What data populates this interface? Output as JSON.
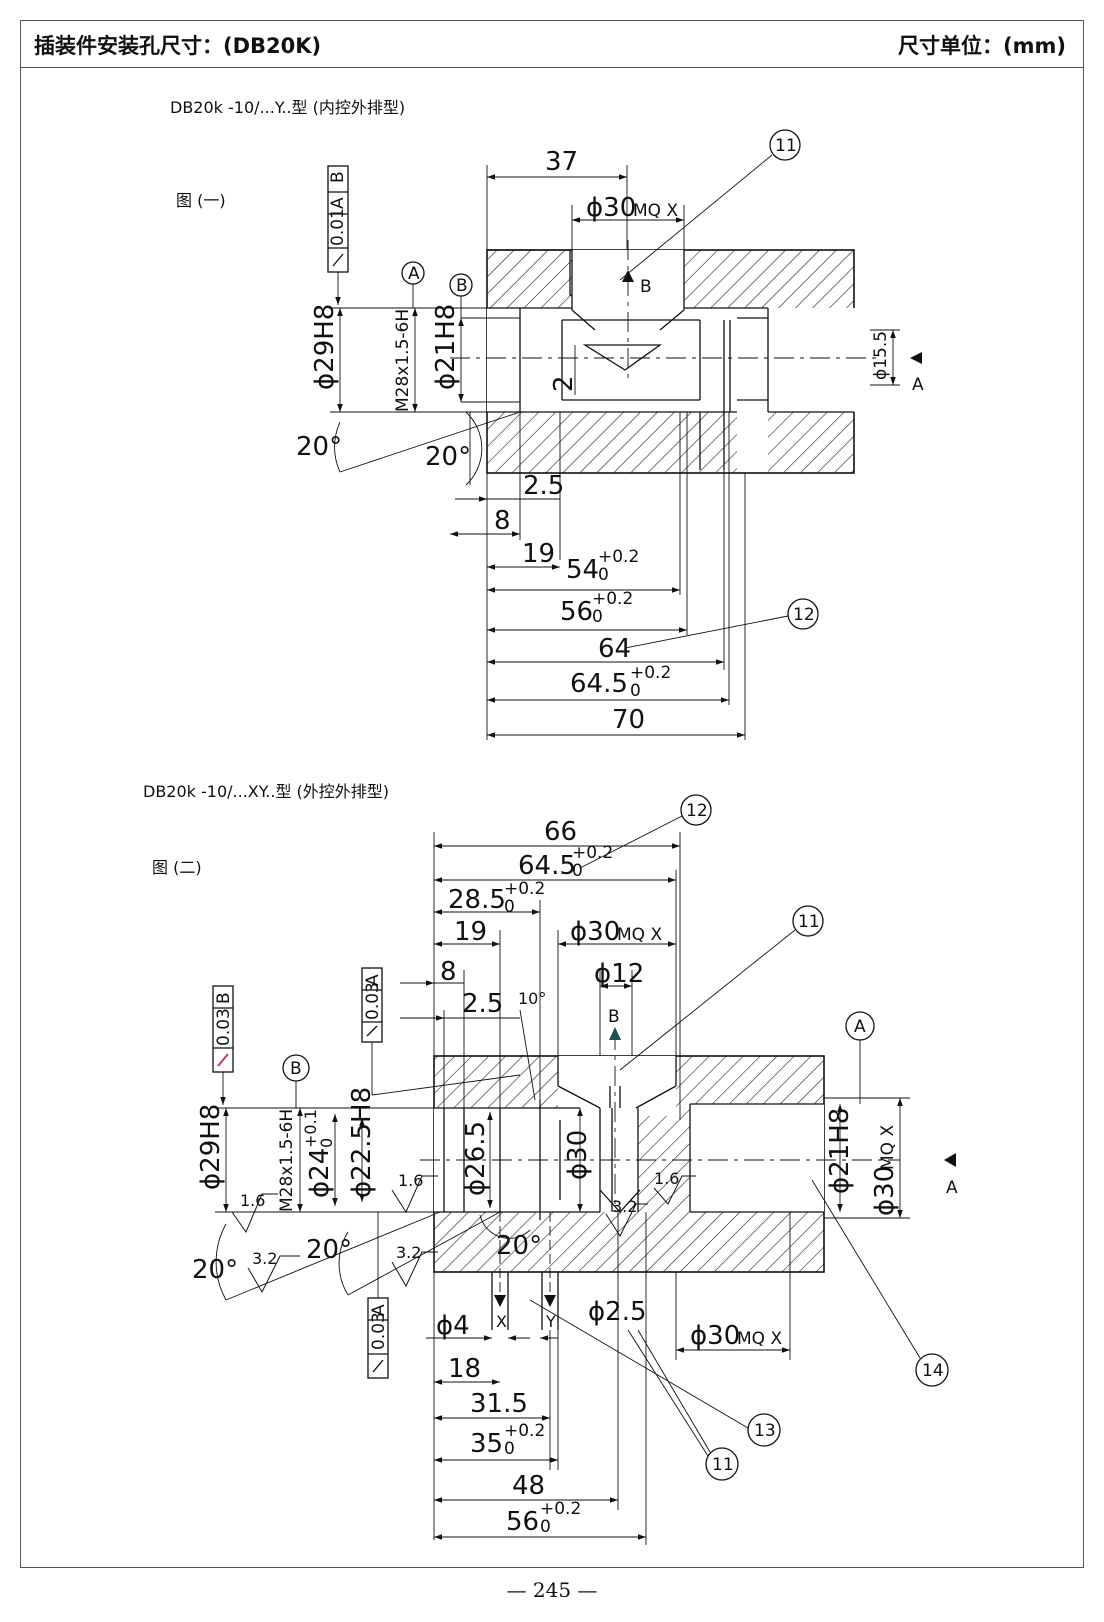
{
  "header": {
    "title": "插装件安装孔尺寸：(DB20K)",
    "unit": "尺寸单位：(mm)"
  },
  "page_number": "— 245 —",
  "figure1": {
    "caption": "DB20k -10/...Y..型 (内控外排型)",
    "label": "图 (一)",
    "tolerance_frame": [
      "/",
      "0.01",
      "A",
      "B"
    ],
    "datum_a": "A",
    "datum_b": "B",
    "port_b": "B",
    "section_a": "A",
    "dims": {
      "d37": "37",
      "d30": "ϕ30",
      "d30_suffix": "MQ X",
      "d29": "ϕ29H8",
      "m28": "M28x1.5-6H",
      "d21": "ϕ21H8",
      "d2": "2",
      "d15": "ϕ15.5",
      "a20a": "20°",
      "a20b": "20°",
      "d2_5": "2.5",
      "d8": "8",
      "d19": "19",
      "d54": "54",
      "d56": "56",
      "d64": "64",
      "d64_5": "64.5",
      "d70": "70",
      "tol_up": "+0.2",
      "tol_lo": "0"
    },
    "balloons": [
      "11",
      "12"
    ]
  },
  "figure2": {
    "caption": "DB20k -10/...XY..型 (外控外排型)",
    "label": "图 (二)",
    "tolerance_frame_b": [
      "/",
      "0.03",
      "B"
    ],
    "tolerance_frame_a1": [
      "/",
      "0.03",
      "A"
    ],
    "tolerance_frame_a2": [
      "/",
      "0.03",
      "A"
    ],
    "datum_a": "A",
    "datum_b": "B",
    "port_b": "B",
    "section_a": "A",
    "port_x": "X",
    "port_y": "Y",
    "dims": {
      "d66": "66",
      "d64_5": "64.5",
      "d28_5": "28.5",
      "d19": "19",
      "d30mq": "ϕ30",
      "d30mq_suffix": "MQ X",
      "d8": "8",
      "d12": "ϕ12",
      "d2_5": "2.5",
      "a10": "10°",
      "d29": "ϕ29H8",
      "m28": "M28x1.5-6H",
      "d24": "ϕ24",
      "d24_up": "+0.1",
      "d24_lo": "0",
      "d22_5": "ϕ22.5H8",
      "d26_5": "ϕ26.5",
      "d30": "ϕ30",
      "d21": "ϕ21H8",
      "d30b": "ϕ30",
      "d30b_suffix": "MQ X",
      "a20a": "20°",
      "a20b": "20°",
      "a20c": "20°",
      "r1_6a": "1.6",
      "r1_6b": "1.6",
      "r1_6c": "1.6",
      "r3_2a": "3.2",
      "r3_2b": "3.2",
      "r3_2c": "3.2",
      "d4": "ϕ4",
      "d2_5b": "ϕ2.5",
      "d30c": "ϕ30",
      "d30c_suffix": "MQ X",
      "d18": "18",
      "d31_5": "31.5",
      "d35": "35",
      "d48": "48",
      "d56": "56",
      "tol_up": "+0.2",
      "tol_lo": "0"
    },
    "balloons": [
      "11",
      "12",
      "13",
      "14"
    ]
  }
}
